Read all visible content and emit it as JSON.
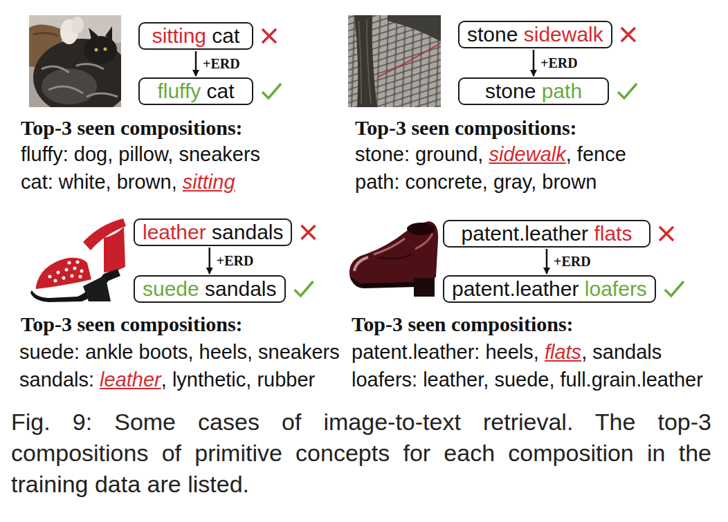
{
  "diagram": {
    "caption": "Fig. 9: Some cases of image-to-text retrieval. The top-3 compositions of primitive concepts for each composition in the training data are listed.",
    "nodes": [
      {
        "text": [
          "sitting cat"
        ]
      },
      {
        "text": [
          "fluffy cat"
        ]
      },
      {
        "text": [
          "stone sidewalk"
        ]
      },
      {
        "text": [
          "stone path"
        ]
      },
      {
        "text": [
          "leather sandals"
        ]
      },
      {
        "text": [
          "suede sandals"
        ]
      },
      {
        "text": [
          "patent.leather flats"
        ]
      },
      {
        "text": [
          "patent.leather loafers"
        ]
      }
    ],
    "edges": [
      {
        "from": 0,
        "to": 1,
        "label": "+ERD",
        "arrow": "to"
      },
      {
        "from": 2,
        "to": 3,
        "label": "+ERD",
        "arrow": "to"
      },
      {
        "from": 4,
        "to": 5,
        "label": "+ERD",
        "arrow": "to"
      },
      {
        "from": 6,
        "to": 7,
        "label": "+ERD",
        "arrow": "to"
      }
    ],
    "labels": [
      "Top-3 seen compositions:",
      "fluffy: dog, pillow, sneakers",
      "cat: white, brown, sitting",
      "Top-3 seen compositions:",
      "stone: ground, sidewalk, fence",
      "path: concrete, gray, brown",
      "Top-3 seen compositions:",
      "suede: ankle boots, heels, sneakers",
      "sandals: leather, lynthetic, rubber",
      "Top-3 seen compositions:",
      "patent.leather: heels, flats, sandals",
      "loafers: leather, suede, full.grain.leather"
    ]
  }
}
